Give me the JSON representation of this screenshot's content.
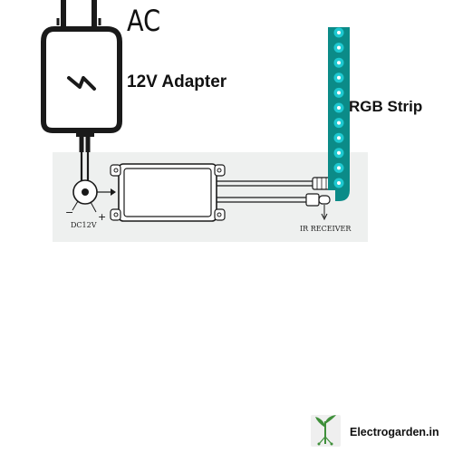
{
  "labels": {
    "ac": "AC",
    "adapter": "12V Adapter",
    "strip": "RGB Strip",
    "dc": "DC12V",
    "minus": "−",
    "plus": "+",
    "ir_receiver": "IR RECEIVER"
  },
  "footer": {
    "brand": "Electrogarden.in"
  },
  "icons": {
    "adapter_symbol": "lightning-bolt-icon",
    "logo": "plant-circuit-logo-icon"
  },
  "colors": {
    "led": "#1ec8d0",
    "strip": "#0b8b88",
    "panel": "#eef0ef",
    "line": "#1a1a1a",
    "logo_plant": "#3f8f3a"
  }
}
